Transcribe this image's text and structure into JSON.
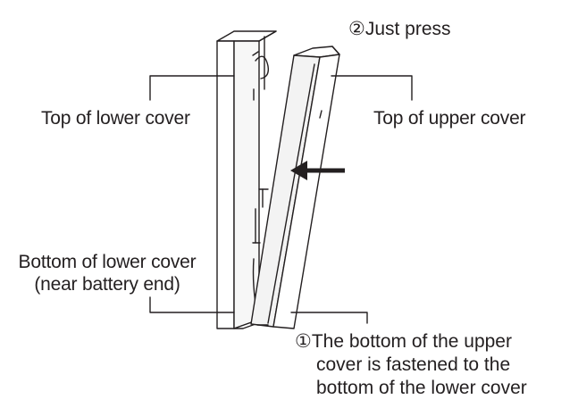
{
  "labels": {
    "step2_marker": "②",
    "step2_text": "Just press",
    "top_lower": "Top of lower cover",
    "top_upper": "Top of upper cover",
    "bottom_lower_line1": "Bottom of lower cover",
    "bottom_lower_line2": "(near battery end)",
    "step1_marker": "①",
    "step1_line1": "The bottom of the upper",
    "step1_line2": "cover is fastened to the",
    "step1_line3": "bottom of the lower cover"
  },
  "colors": {
    "line": "#231f20",
    "background": "#ffffff",
    "shade": "#f3f3f3"
  }
}
